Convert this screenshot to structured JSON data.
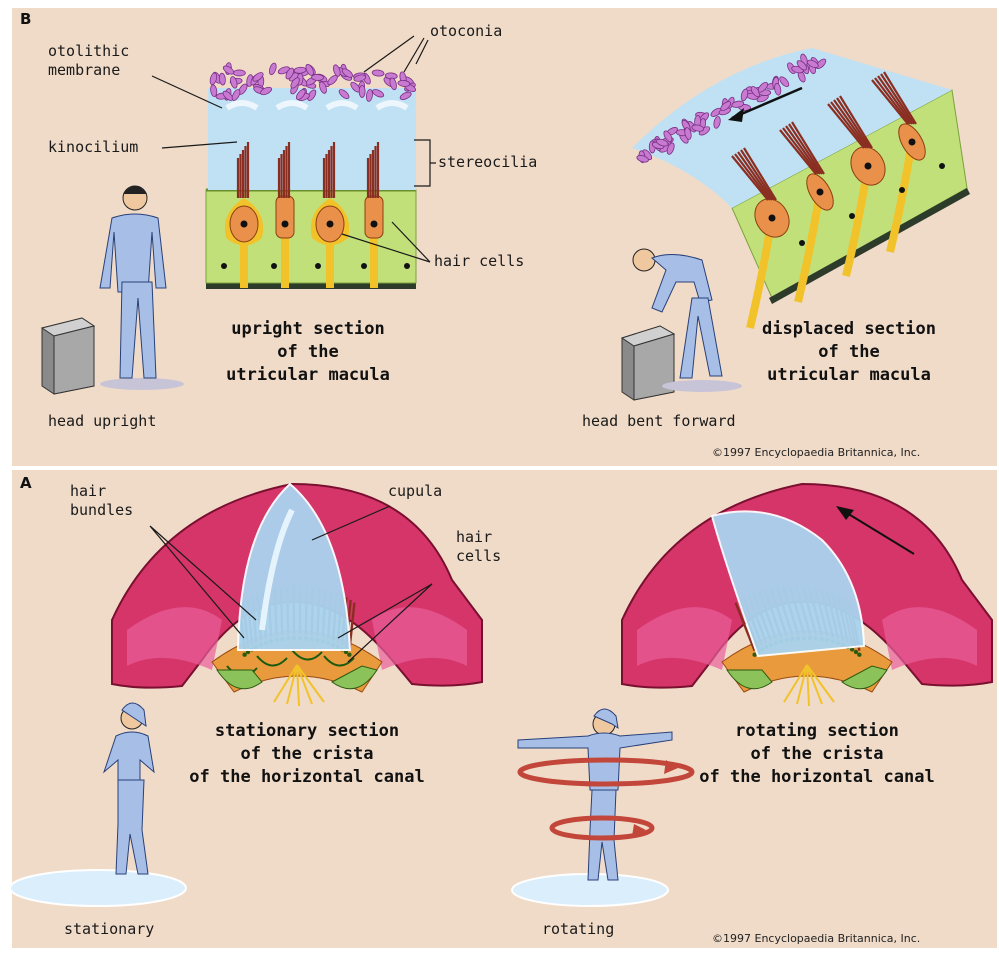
{
  "panel_b": {
    "letter": "B",
    "labels": {
      "otolithic_membrane": [
        "otolithic",
        "membrane"
      ],
      "otoconia": "otoconia",
      "kinocilium": "kinocilium",
      "stereocilia": "stereocilia",
      "hair_cells": "hair cells"
    },
    "caption_left": [
      "upright section",
      "of the",
      "utricular macula"
    ],
    "caption_right": [
      "displaced section",
      "of the",
      "utricular macula"
    ],
    "figure_left": "head upright",
    "figure_right": "head bent forward",
    "copyright": "©1997 Encyclopaedia Britannica, Inc."
  },
  "panel_a": {
    "letter": "A",
    "labels": {
      "hair_bundles": [
        "hair",
        "bundles"
      ],
      "cupula": "cupula",
      "hair_cells": [
        "hair",
        "cells"
      ]
    },
    "caption_left": [
      "stationary section",
      "of the crista",
      "of the horizontal canal"
    ],
    "caption_right": [
      "rotating section",
      "of the crista",
      "of the horizontal canal"
    ],
    "figure_left": "stationary",
    "figure_right": "rotating",
    "copyright": "©1997 Encyclopaedia Britannica, Inc."
  },
  "colors": {
    "background": "#f0dbc8",
    "membrane": "#bfe1f3",
    "otoconia": "#c77ad0",
    "support_layer": "#c2e07a",
    "hair_cell": "#e9914a",
    "cilia": "#8b2e22",
    "crista_wall": "#d6356a",
    "cupula": "#a9d4f0",
    "nerve": "#f2c22a",
    "figure": "#a7bfe6"
  }
}
